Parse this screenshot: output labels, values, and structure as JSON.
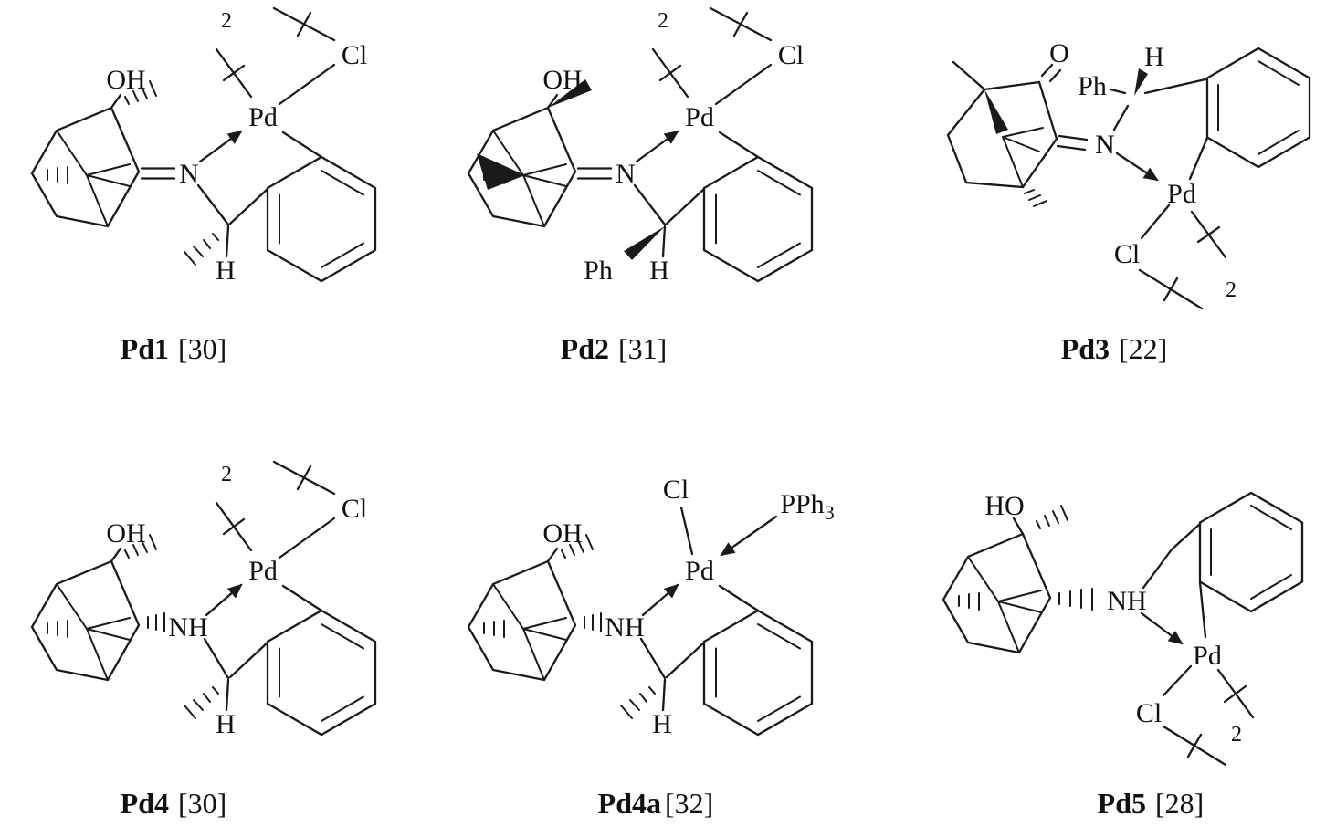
{
  "figure": {
    "background": "#ffffff",
    "ink_color": "#1a1a1a",
    "complexes": {
      "pd1": {
        "name": "Pd1",
        "ref": "[30]",
        "atoms": {
          "oh": "OH",
          "dimer_sub": "2",
          "cl": "Cl",
          "pd": "Pd",
          "n": "N",
          "h": "H"
        }
      },
      "pd2": {
        "name": "Pd2",
        "ref": "[31]",
        "atoms": {
          "oh": "OH",
          "dimer_sub": "2",
          "cl": "Cl",
          "pd": "Pd",
          "n": "N",
          "ph": "Ph",
          "h": "H"
        }
      },
      "pd3": {
        "name": "Pd3",
        "ref": "[22]",
        "atoms": {
          "o": "O",
          "ph": "Ph",
          "h": "H",
          "n": "N",
          "pd": "Pd",
          "cl": "Cl",
          "dimer_sub": "2"
        }
      },
      "pd4": {
        "name": "Pd4",
        "ref": "[30]",
        "atoms": {
          "oh": "OH",
          "dimer_sub": "2",
          "cl": "Cl",
          "pd": "Pd",
          "nh": "NH",
          "h": "H"
        }
      },
      "pd4a": {
        "name": "Pd4a",
        "ref": "[32]",
        "atoms": {
          "oh": "OH",
          "cl": "Cl",
          "pd": "Pd",
          "nh": "NH",
          "h": "H",
          "phosphine": "PPh",
          "phosphine_sub": "3"
        }
      },
      "pd5": {
        "name": "Pd5",
        "ref": "[28]",
        "atoms": {
          "ho": "HO",
          "nh": "NH",
          "pd": "Pd",
          "cl": "Cl",
          "dimer_sub": "2"
        }
      }
    }
  }
}
